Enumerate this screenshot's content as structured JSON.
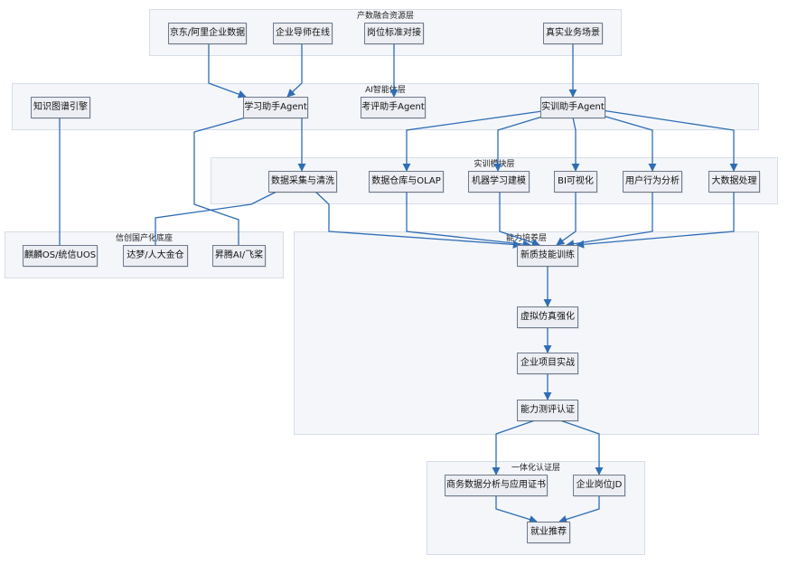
{
  "layers": {
    "resource": "产数融合资源层",
    "ai_agent": "AI智能体层",
    "training_module": "实训模块层",
    "xinchuang": "信创国产化底座",
    "ability": "能力培养层",
    "certification": "一体化认证层"
  },
  "nodes": {
    "jd_ali": "京东/阿里企业数据",
    "mentor": "企业导师在线",
    "job_standard": "岗位标准对接",
    "real_scene": "真实业务场景",
    "kg_engine": "知识图谱引擎",
    "learn_agent": "学习助手Agent",
    "eval_agent": "考评助手Agent",
    "train_agent": "实训助手Agent",
    "data_collect": "数据采集与清洗",
    "dw_olap": "数据仓库与OLAP",
    "ml": "机器学习建模",
    "bi": "BI可视化",
    "user_behavior": "用户行为分析",
    "bigdata": "大数据处理",
    "kylin": "麒麟OS/统信UOS",
    "dameng": "达梦/人大金仓",
    "ascend": "昇腾AI/飞桨",
    "new_skill": "新质技能训练",
    "virtual_sim": "虚拟仿真强化",
    "enterprise_project": "企业项目实战",
    "ability_eval": "能力测评认证",
    "cert": "商务数据分析与应用证书",
    "job_jd": "企业岗位JD",
    "employment": "就业推荐"
  },
  "colors": {
    "edge": "#2f6db5",
    "node_fill": "#eceef3",
    "node_border": "#6f7a8c",
    "layer_fill": "#f4f6fa",
    "layer_border": "#d6dde8"
  }
}
